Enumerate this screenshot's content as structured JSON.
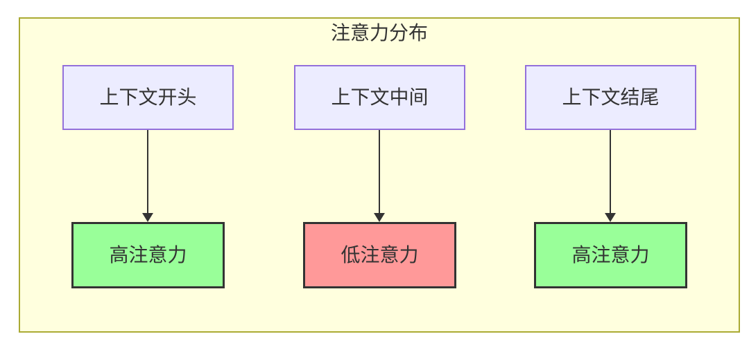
{
  "diagram": {
    "title": "注意力分布",
    "columns": [
      {
        "source": "上下文开头",
        "target": "高注意力",
        "attention_level": "high"
      },
      {
        "source": "上下文中间",
        "target": "低注意力",
        "attention_level": "low"
      },
      {
        "source": "上下文结尾",
        "target": "高注意力",
        "attention_level": "high"
      }
    ],
    "colors": {
      "cluster_fill": "#ffffde",
      "cluster_border": "#aaaa33",
      "source_node_fill": "#ececff",
      "source_node_border": "#9370db",
      "high_attention_fill": "#99ff99",
      "low_attention_fill": "#ff9999",
      "result_node_border": "#333333",
      "edge_color": "#333333",
      "text_color": "#333333",
      "page_background": "#ffffff"
    }
  }
}
